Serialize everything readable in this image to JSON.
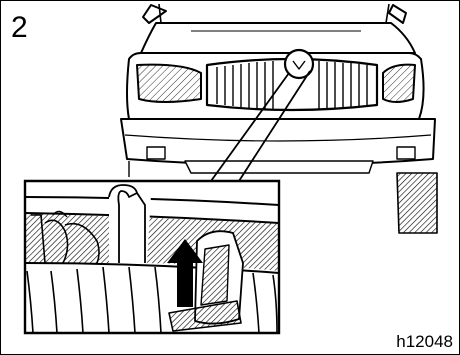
{
  "figure": {
    "step_number": "2",
    "figure_code": "h12048"
  },
  "icons": {
    "arrow": "up-arrow-icon",
    "vehicle": "truck-front-illustration",
    "hook": "hood-hook-lever-illustration"
  }
}
